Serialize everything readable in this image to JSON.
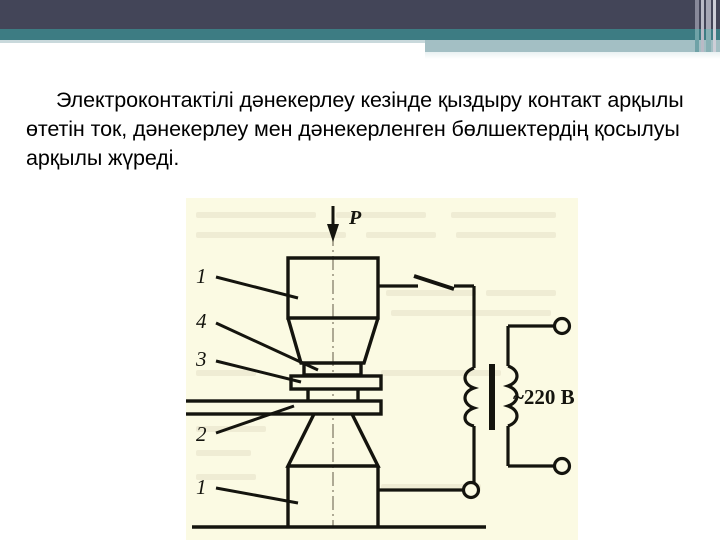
{
  "slide": {
    "header": {
      "band_dark_color": "#434558",
      "band_teal_color": "#3d7c83",
      "band_light_color": "#a3bfc4"
    },
    "body_text": "Электроконтактілі дәнекерлеу кезінде қыздыру контакт арқылы өтетін ток, дәнекерлеу мен дәнекерленген бөлшектердің қосылуы арқылы жүреді."
  },
  "figure": {
    "caption": "",
    "background_color": "#fbfae3",
    "line_color": "#1a1a14",
    "force_label": "P",
    "voltage_label": "~220 В",
    "callouts": [
      {
        "id": "c1",
        "label": "1"
      },
      {
        "id": "c4",
        "label": "4"
      },
      {
        "id": "c3",
        "label": "3"
      },
      {
        "id": "c2",
        "label": "2"
      },
      {
        "id": "c1b",
        "label": "1"
      }
    ]
  }
}
